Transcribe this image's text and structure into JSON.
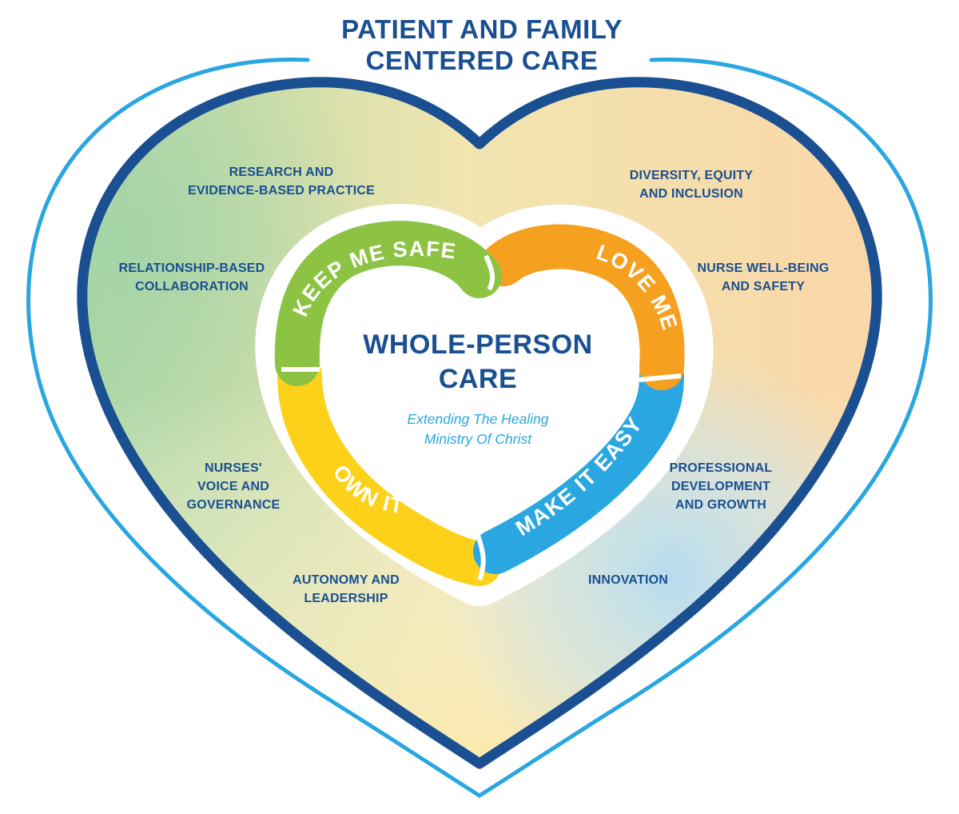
{
  "title": {
    "line1": "PATIENT AND FAMILY",
    "line2": "CENTERED CARE"
  },
  "center": {
    "line1": "WHOLE-PERSON",
    "line2": "CARE",
    "sub1": "Extending The Healing",
    "sub2": "Ministry Of Christ"
  },
  "segments": [
    {
      "label": "KEEP ME SAFE",
      "color": "#8cc343"
    },
    {
      "label": "LOVE ME",
      "color": "#f5a11f"
    },
    {
      "label": "MAKE IT EASY",
      "color": "#2aa6e0"
    },
    {
      "label": "OWN IT",
      "color": "#fdd11a"
    }
  ],
  "labels": {
    "research": [
      "RESEARCH AND",
      "EVIDENCE-BASED PRACTICE"
    ],
    "diversity": [
      "DIVERSITY, EQUITY",
      "AND INCLUSION"
    ],
    "relationship": [
      "RELATIONSHIP-BASED",
      "COLLABORATION"
    ],
    "nurse_wellbeing": [
      "NURSE WELL-BEING",
      "AND SAFETY"
    ],
    "nurses_voice": [
      "NURSES'",
      "VOICE AND",
      "GOVERNANCE"
    ],
    "professional": [
      "PROFESSIONAL",
      "DEVELOPMENT",
      "AND GROWTH"
    ],
    "autonomy": [
      "AUTONOMY AND",
      "LEADERSHIP"
    ],
    "innovation": [
      "INNOVATION"
    ]
  },
  "colors": {
    "navy": "#1a4f91",
    "light_blue": "#2aa6e0",
    "subtitle": "#2aa6e0"
  }
}
